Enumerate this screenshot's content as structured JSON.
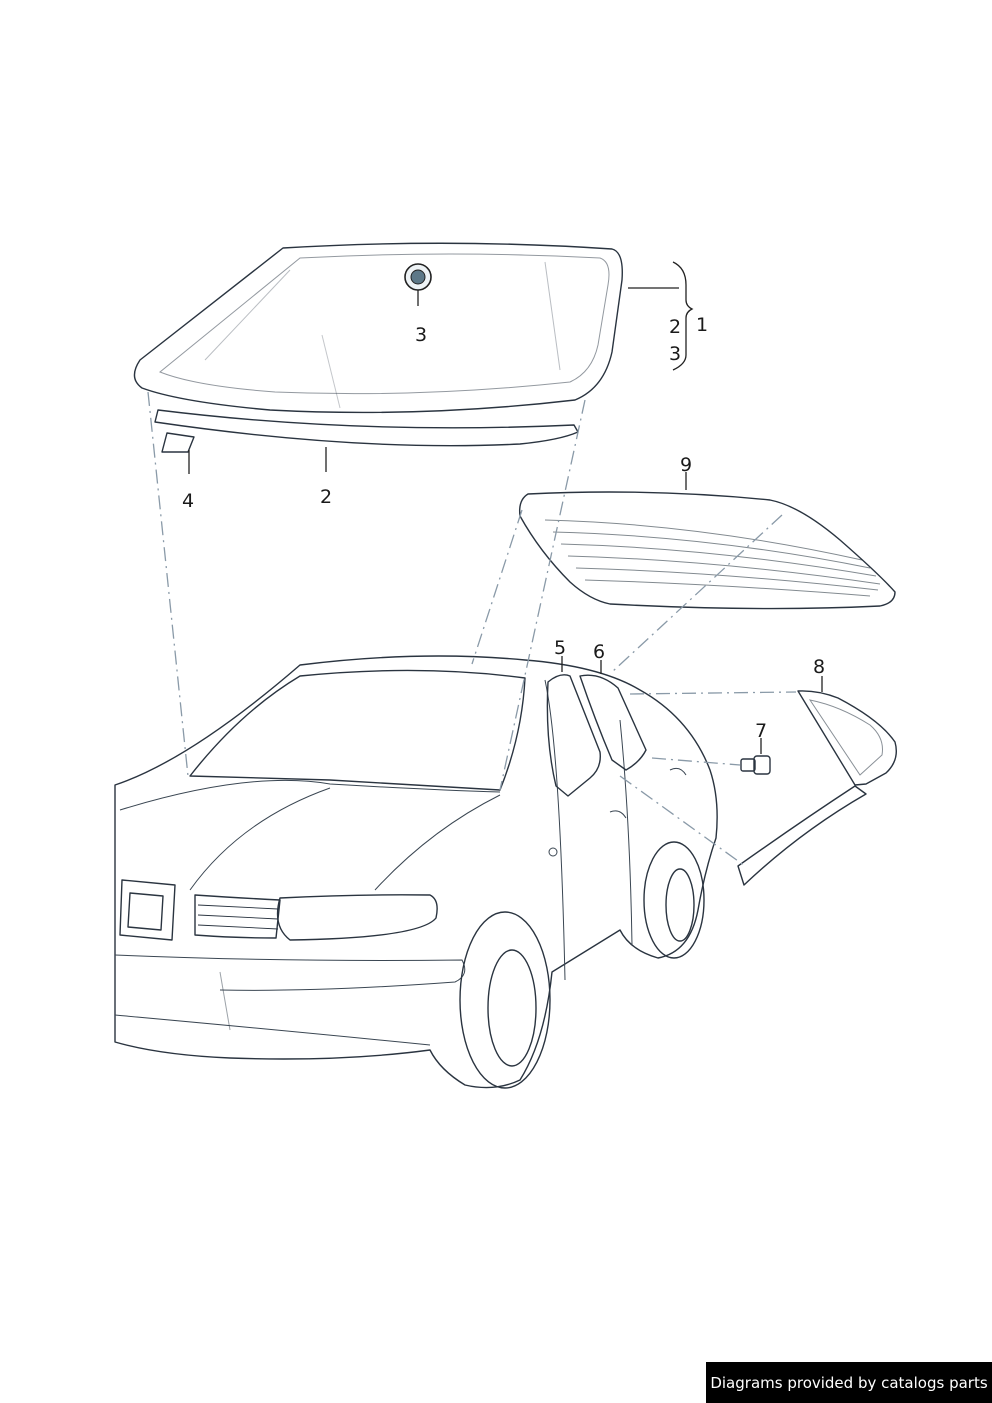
{
  "callouts": {
    "c1": "1",
    "c2_brace": "2",
    "c3_brace": "3",
    "c3_sensor": "3",
    "c2": "2",
    "c4": "4",
    "c5": "5",
    "c6": "6",
    "c7": "7",
    "c8": "8",
    "c9": "9"
  },
  "footer": {
    "credit": "Diagrams provided by catalogs parts"
  },
  "colors": {
    "glass_dark": "#3f5868",
    "glass_light": "#a9c2ce",
    "body_shade": "#c7d6e0",
    "body_light": "#f4f7f9"
  }
}
